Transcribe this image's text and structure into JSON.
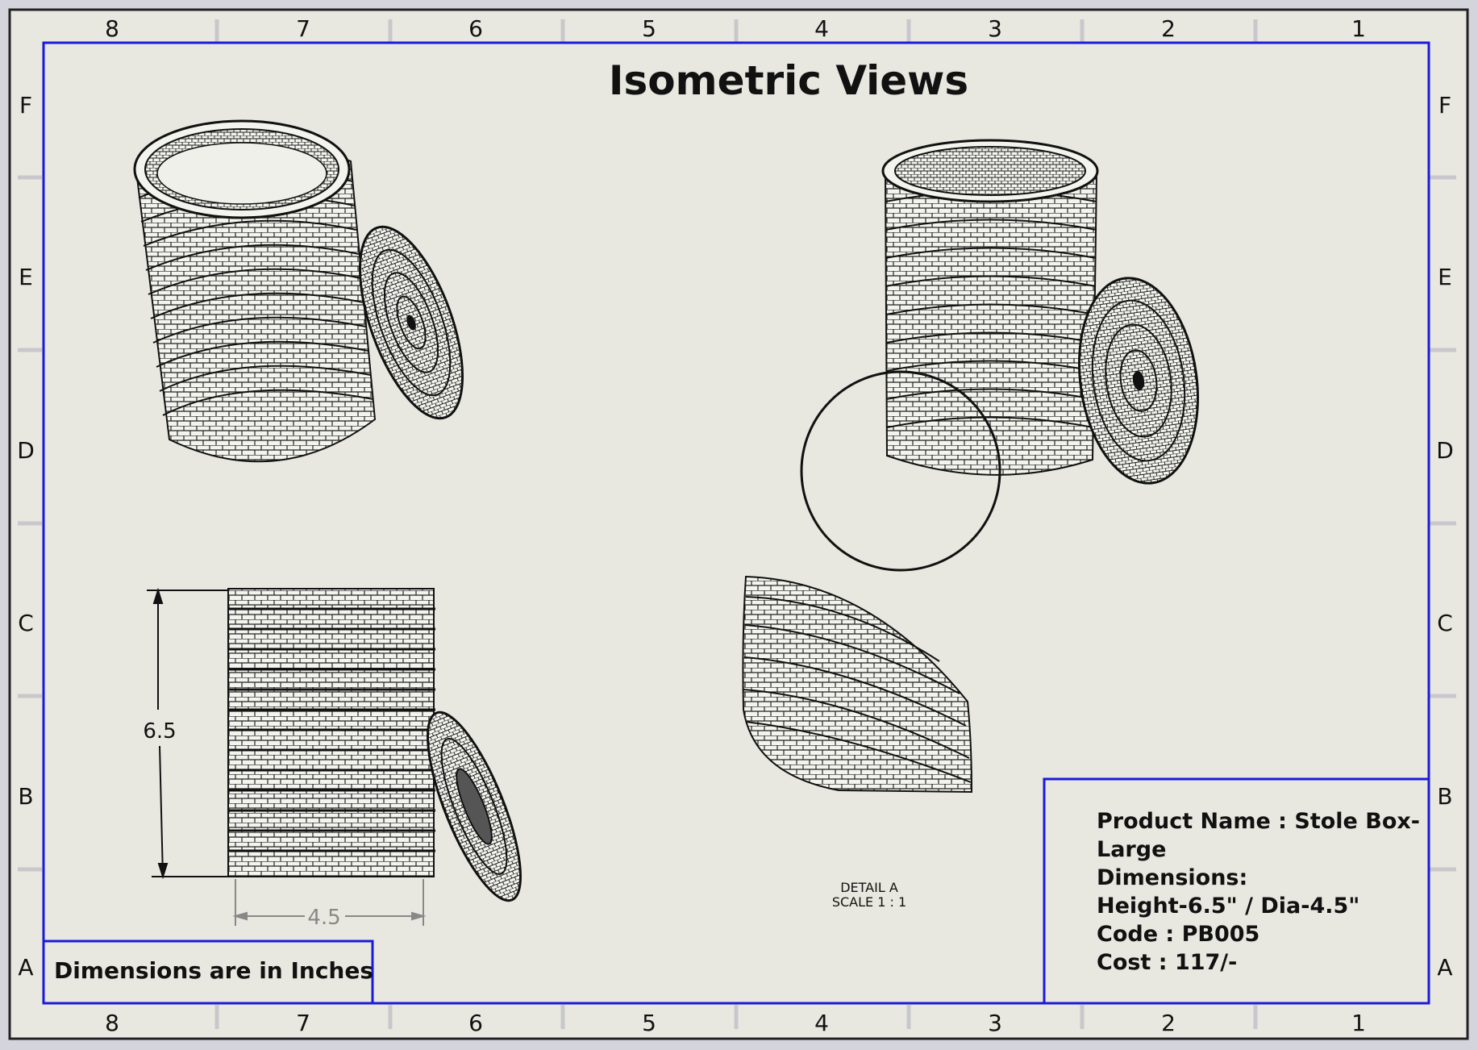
{
  "sheet": {
    "title": "Isometric Views",
    "zone_columns": [
      "8",
      "7",
      "6",
      "5",
      "4",
      "3",
      "2",
      "1"
    ],
    "zone_rows": [
      "F",
      "E",
      "D",
      "C",
      "B",
      "A"
    ],
    "border_color": "#1a1adc",
    "paper_color": "#e8e8e0"
  },
  "views": {
    "left_dim_height": "6.5",
    "left_dim_diameter": "4.5",
    "detail_label": "DETAIL A",
    "detail_scale": "SCALE 1 : 1"
  },
  "note": {
    "text": "Dimensions are in Inches"
  },
  "title_block": {
    "line1": "Product Name : Stole Box-",
    "line2": "Large",
    "line3": "Dimensions:",
    "line4": "Height-6.5\" / Dia-4.5\"",
    "line5": "Code : PB005",
    "line6": "Cost : 117/-"
  }
}
